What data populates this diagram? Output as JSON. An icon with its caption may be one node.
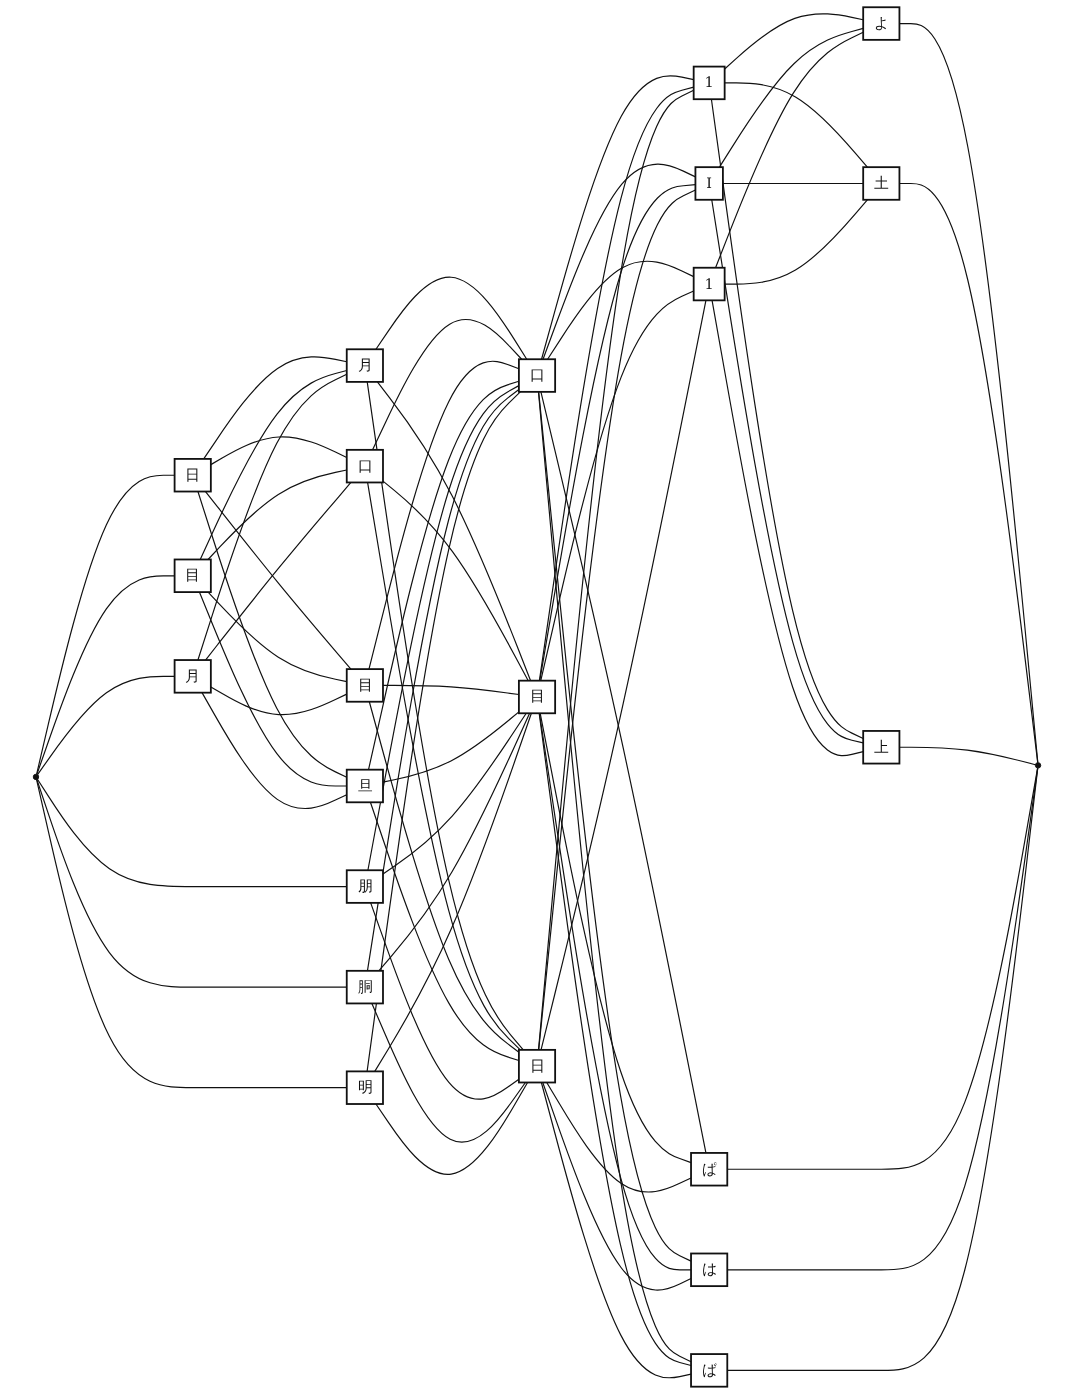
{
  "diagram": {
    "nodes": [
      {
        "text": [],
        "shape": "circle"
      },
      {
        "text": [
          "日"
        ]
      },
      {
        "text": [
          "目"
        ]
      },
      {
        "text": [
          "月"
        ]
      },
      {
        "text": [
          "月"
        ]
      },
      {
        "text": [
          "口"
        ]
      },
      {
        "text": [
          "目"
        ]
      },
      {
        "text": [
          "旦"
        ]
      },
      {
        "text": [
          "朋"
        ]
      },
      {
        "text": [
          "胴"
        ]
      },
      {
        "text": [
          "明"
        ]
      },
      {
        "text": [
          "口"
        ]
      },
      {
        "text": [
          "目"
        ]
      },
      {
        "text": [
          "日"
        ]
      },
      {
        "text": [
          "1"
        ]
      },
      {
        "text": [
          "I"
        ]
      },
      {
        "text": [
          "1"
        ]
      },
      {
        "text": [
          "よ"
        ]
      },
      {
        "text": [
          "土"
        ]
      },
      {
        "text": [
          "上"
        ]
      },
      {
        "text": [
          "ぱ"
        ]
      },
      {
        "text": [
          "は"
        ]
      },
      {
        "text": [
          "ば"
        ]
      },
      {
        "text": [],
        "shape": "circle"
      }
    ],
    "edges": [
      {
        "from": 0,
        "to": 1,
        "arrow": "none"
      },
      {
        "from": 0,
        "to": 2,
        "arrow": "none"
      },
      {
        "from": 0,
        "to": 3,
        "arrow": "none"
      },
      {
        "from": 0,
        "to": 8,
        "arrow": "none"
      },
      {
        "from": 0,
        "to": 9,
        "arrow": "none"
      },
      {
        "from": 0,
        "to": 10,
        "arrow": "none"
      },
      {
        "from": 1,
        "to": 4,
        "arrow": "none"
      },
      {
        "from": 1,
        "to": 5,
        "arrow": "none"
      },
      {
        "from": 1,
        "to": 6,
        "arrow": "none"
      },
      {
        "from": 1,
        "to": 7,
        "arrow": "none"
      },
      {
        "from": 2,
        "to": 4,
        "arrow": "none"
      },
      {
        "from": 2,
        "to": 5,
        "arrow": "none"
      },
      {
        "from": 2,
        "to": 6,
        "arrow": "none"
      },
      {
        "from": 2,
        "to": 7,
        "arrow": "none"
      },
      {
        "from": 3,
        "to": 4,
        "arrow": "none"
      },
      {
        "from": 3,
        "to": 5,
        "arrow": "none"
      },
      {
        "from": 3,
        "to": 6,
        "arrow": "none"
      },
      {
        "from": 3,
        "to": 7,
        "arrow": "none"
      },
      {
        "from": 4,
        "to": 11,
        "arrow": "none"
      },
      {
        "from": 4,
        "to": 12,
        "arrow": "none"
      },
      {
        "from": 4,
        "to": 13,
        "arrow": "none"
      },
      {
        "from": 5,
        "to": 11,
        "arrow": "none"
      },
      {
        "from": 5,
        "to": 12,
        "arrow": "none"
      },
      {
        "from": 5,
        "to": 13,
        "arrow": "none"
      },
      {
        "from": 6,
        "to": 11,
        "arrow": "none"
      },
      {
        "from": 6,
        "to": 12,
        "arrow": "none"
      },
      {
        "from": 6,
        "to": 13,
        "arrow": "none"
      },
      {
        "from": 7,
        "to": 11,
        "arrow": "none"
      },
      {
        "from": 7,
        "to": 12,
        "arrow": "none"
      },
      {
        "from": 7,
        "to": 13,
        "arrow": "none"
      },
      {
        "from": 8,
        "to": 11,
        "arrow": "none"
      },
      {
        "from": 8,
        "to": 12,
        "arrow": "none"
      },
      {
        "from": 8,
        "to": 13,
        "arrow": "none"
      },
      {
        "from": 9,
        "to": 11,
        "arrow": "none"
      },
      {
        "from": 9,
        "to": 12,
        "arrow": "none"
      },
      {
        "from": 9,
        "to": 13,
        "arrow": "none"
      },
      {
        "from": 10,
        "to": 11,
        "arrow": "none"
      },
      {
        "from": 10,
        "to": 12,
        "arrow": "none"
      },
      {
        "from": 10,
        "to": 13,
        "arrow": "none"
      },
      {
        "from": 11,
        "to": 14,
        "arrow": "none"
      },
      {
        "from": 11,
        "to": 15,
        "arrow": "none"
      },
      {
        "from": 11,
        "to": 16,
        "arrow": "none"
      },
      {
        "from": 11,
        "to": 20,
        "arrow": "none"
      },
      {
        "from": 11,
        "to": 21,
        "arrow": "none"
      },
      {
        "from": 11,
        "to": 22,
        "arrow": "none"
      },
      {
        "from": 12,
        "to": 14,
        "arrow": "none"
      },
      {
        "from": 12,
        "to": 15,
        "arrow": "none"
      },
      {
        "from": 12,
        "to": 16,
        "arrow": "none"
      },
      {
        "from": 12,
        "to": 20,
        "arrow": "none"
      },
      {
        "from": 12,
        "to": 21,
        "arrow": "none"
      },
      {
        "from": 12,
        "to": 22,
        "arrow": "none"
      },
      {
        "from": 13,
        "to": 14,
        "arrow": "none"
      },
      {
        "from": 13,
        "to": 15,
        "arrow": "none"
      },
      {
        "from": 13,
        "to": 16,
        "arrow": "none"
      },
      {
        "from": 13,
        "to": 20,
        "arrow": "none"
      },
      {
        "from": 13,
        "to": 21,
        "arrow": "none"
      },
      {
        "from": 13,
        "to": 22,
        "arrow": "none"
      },
      {
        "from": 14,
        "to": 17,
        "arrow": "none"
      },
      {
        "from": 14,
        "to": 18,
        "arrow": "none"
      },
      {
        "from": 14,
        "to": 19,
        "arrow": "none"
      },
      {
        "from": 15,
        "to": 17,
        "arrow": "none"
      },
      {
        "from": 15,
        "to": 18,
        "arrow": "none"
      },
      {
        "from": 15,
        "to": 19,
        "arrow": "none"
      },
      {
        "from": 16,
        "to": 17,
        "arrow": "none"
      },
      {
        "from": 16,
        "to": 18,
        "arrow": "none"
      },
      {
        "from": 16,
        "to": 19,
        "arrow": "none"
      },
      {
        "from": 17,
        "to": 23,
        "arrow": "none"
      },
      {
        "from": 18,
        "to": 23,
        "arrow": "none"
      },
      {
        "from": 19,
        "to": 23,
        "arrow": "none"
      },
      {
        "from": 20,
        "to": 23,
        "arrow": "none"
      },
      {
        "from": 21,
        "to": 23,
        "arrow": "none"
      },
      {
        "from": 22,
        "to": 23,
        "arrow": "none"
      }
    ]
  }
}
